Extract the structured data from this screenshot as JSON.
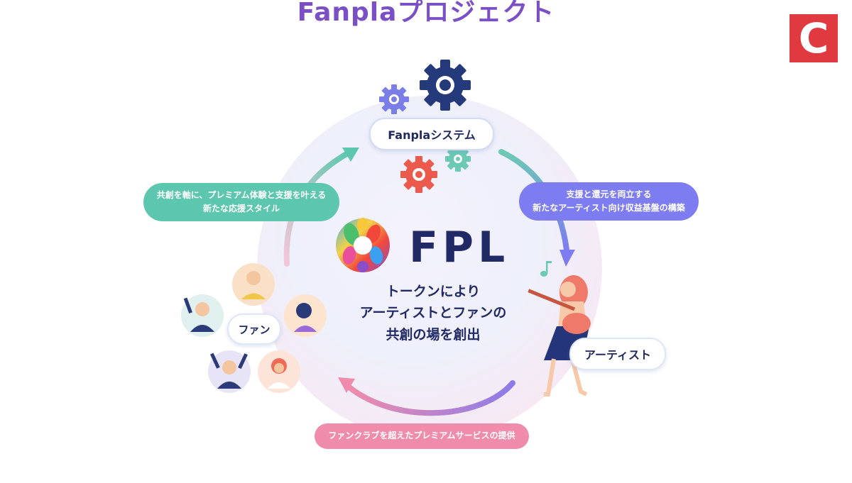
{
  "header": {
    "title": "Fanplaプロジェクト",
    "corner_logo_letter": "C"
  },
  "diagram": {
    "system_label": "Fanplaシステム",
    "brand_name": "FPL",
    "center_lines": [
      "トークンにより",
      "アーティストとファンの",
      "共創の場を創出"
    ],
    "left_pill": [
      "共創を軸に、プレミアム体験と支援を叶える",
      "新たな応援スタイル"
    ],
    "right_pill": [
      "支援と還元を両立する",
      "新たなアーティスト向け収益基盤の構築"
    ],
    "bottom_pill": "ファンクラブを超えたプレミアムサービスの提供",
    "fan_label": "ファン",
    "artist_label": "アーティスト"
  },
  "colors": {
    "title": "#7b4fc6",
    "teal": "#5cc7ae",
    "purple": "#7d7cf0",
    "pink": "#ef8cab",
    "navy": "#222a66",
    "gear_navy": "#253a7a",
    "gear_purple": "#7a7ee6",
    "gear_red": "#ec5a4d",
    "gear_teal": "#6cc9b4",
    "logo_red": "#e0393f"
  },
  "icons": [
    "gear-icon",
    "music-note-icon",
    "fpl-logo-mark"
  ]
}
